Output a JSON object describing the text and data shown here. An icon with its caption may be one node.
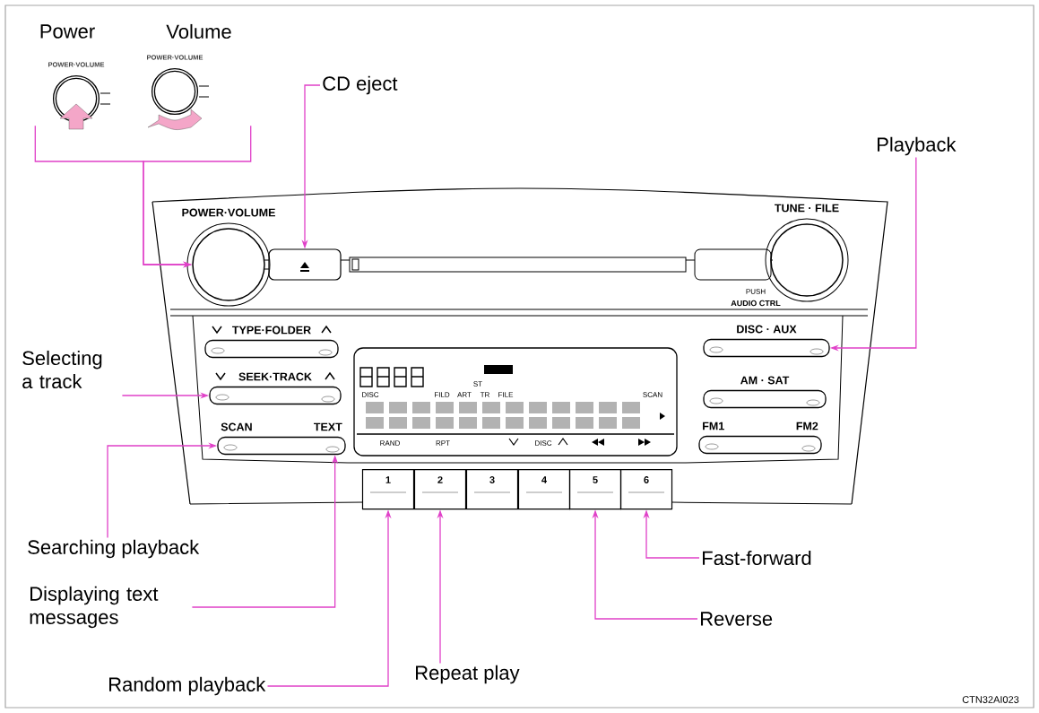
{
  "diagram": {
    "nodes": [
      {
        "text": [
          "Power",
          "POWER·VOLUME"
        ]
      },
      {
        "text": [
          "Volume",
          "POWER·VOLUME"
        ]
      },
      {
        "text": [
          "POWER·VOLUME"
        ]
      },
      {
        "text": [
          "CD eject"
        ]
      },
      {
        "text": [],
        "shape": "box"
      },
      {
        "text": [
          "Playback"
        ]
      },
      {
        "text": [
          "DISC · AUX"
        ]
      },
      {
        "text": [
          "Selecting a track"
        ]
      },
      {
        "text": [
          "SEEK·TRACK"
        ]
      },
      {
        "text": [
          "Searching playback"
        ]
      },
      {
        "text": [
          "SCAN",
          "TEXT"
        ]
      },
      {
        "text": [
          "Displaying text messages"
        ]
      },
      {
        "text": [
          "Random playback"
        ]
      },
      {
        "text": [
          "1"
        ]
      },
      {
        "text": [
          "Repeat play"
        ]
      },
      {
        "text": [
          "2"
        ]
      },
      {
        "text": [
          "3"
        ]
      },
      {
        "text": [
          "4"
        ]
      },
      {
        "text": [
          "Reverse"
        ]
      },
      {
        "text": [
          "5"
        ]
      },
      {
        "text": [
          "Fast-forward"
        ]
      },
      {
        "text": [
          "6"
        ]
      },
      {
        "text": [
          "TYPE·FOLDER"
        ]
      },
      {
        "text": [
          "TUNE · FILE"
        ]
      },
      {
        "text": [
          "AM · SAT"
        ]
      },
      {
        "text": [
          "FM1",
          "FM2"
        ]
      }
    ],
    "edges": [
      {
        "from": 0,
        "to": 2,
        "arrow": "to"
      },
      {
        "from": 1,
        "to": 2,
        "arrow": "to"
      },
      {
        "from": 3,
        "to": 4,
        "arrow": "to"
      },
      {
        "from": 5,
        "to": 6,
        "arrow": "to"
      },
      {
        "from": 7,
        "to": 8,
        "arrow": "to"
      },
      {
        "from": 9,
        "to": 10,
        "arrow": "to"
      },
      {
        "from": 11,
        "to": 10,
        "arrow": "to"
      },
      {
        "from": 12,
        "to": 13,
        "arrow": "to"
      },
      {
        "from": 14,
        "to": 15,
        "arrow": "to"
      },
      {
        "from": 18,
        "to": 19,
        "arrow": "to"
      },
      {
        "from": 20,
        "to": 21,
        "arrow": "to"
      }
    ],
    "labels": [
      "PUSH",
      "AUDIO CTRL",
      "ST",
      "DISC",
      "FILD",
      "ART",
      "TR",
      "FILE",
      "SCAN",
      "RAND",
      "RPT",
      "DISC",
      "CTN32AI023"
    ]
  }
}
